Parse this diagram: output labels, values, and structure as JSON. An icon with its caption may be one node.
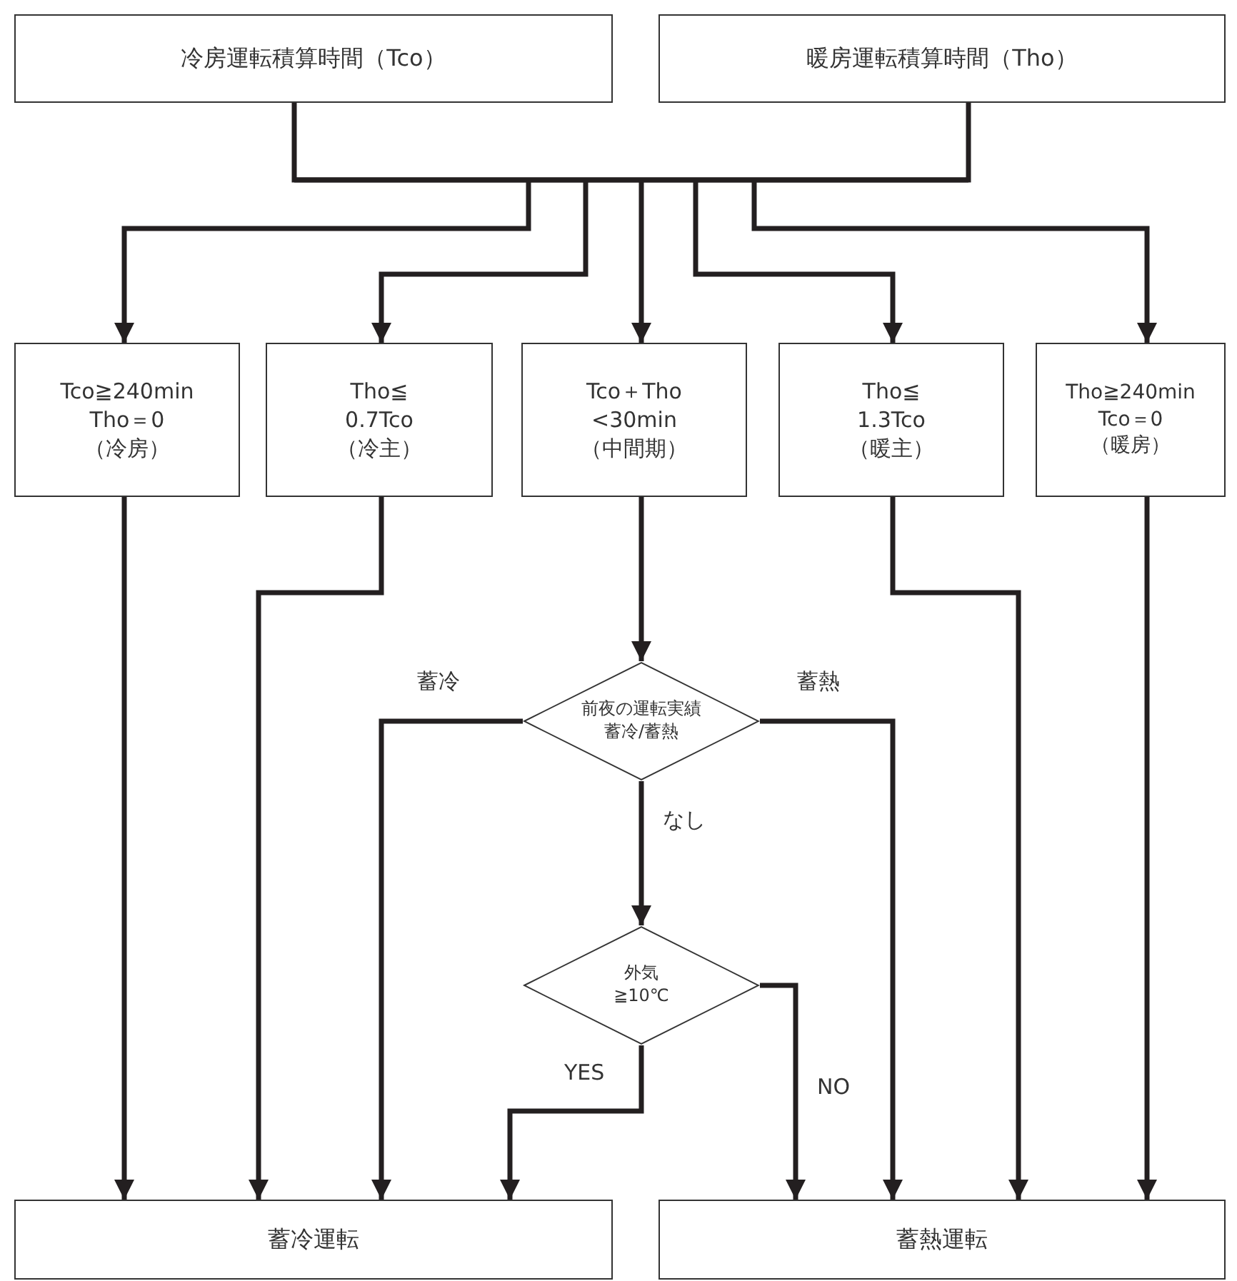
{
  "diagram": {
    "nodes": [
      {
        "text": [
          "冷房運転積算時間（Tco）"
        ]
      },
      {
        "text": [
          "暖房運転積算時間（Tho）"
        ]
      },
      {
        "text": [
          "Tco≧240min Tho＝0",
          "（冷房）"
        ]
      },
      {
        "text": [
          "Tho≦ 0.7Tco",
          "（冷主）"
        ]
      },
      {
        "text": [
          "Tco＋Tho <30min",
          "（中間期）"
        ]
      },
      {
        "text": [
          "Tho≦ 1.3Tco",
          "（暖主）"
        ]
      },
      {
        "text": [
          "Tho≧240min Tco＝0",
          "（暖房）"
        ]
      },
      {
        "text": [
          "前夜の運転実績蓄冷/蓄熱"
        ]
      },
      {
        "text": [
          "外気 ≧10℃"
        ]
      },
      {
        "text": [
          "蓄冷運転"
        ]
      },
      {
        "text": [
          "蓄熱運転"
        ]
      }
    ],
    "edges": [
      {
        "from": 0,
        "to": 2,
        "arrow": "to"
      },
      {
        "from": 0,
        "to": 3,
        "arrow": "to"
      },
      {
        "from": 0,
        "to": 4,
        "arrow": "to"
      },
      {
        "from": 0,
        "to": 5,
        "arrow": "to"
      },
      {
        "from": 0,
        "to": 6,
        "arrow": "to"
      },
      {
        "from": 1,
        "to": 2,
        "arrow": "to"
      },
      {
        "from": 1,
        "to": 3,
        "arrow": "to"
      },
      {
        "from": 1,
        "to": 4,
        "arrow": "to"
      },
      {
        "from": 1,
        "to": 5,
        "arrow": "to"
      },
      {
        "from": 1,
        "to": 6,
        "arrow": "to"
      },
      {
        "from": 2,
        "to": 9,
        "arrow": "to"
      },
      {
        "from": 3,
        "to": 9,
        "arrow": "to"
      },
      {
        "from": 4,
        "to": 7,
        "arrow": "to"
      },
      {
        "from": 7,
        "to": 9,
        "arrow": "to",
        "label": "蓄冷"
      },
      {
        "from": 7,
        "to": 10,
        "arrow": "to",
        "label": "蓄熱"
      },
      {
        "from": 7,
        "to": 8,
        "arrow": "to",
        "label": "なし"
      },
      {
        "from": 8,
        "to": 9,
        "arrow": "to",
        "label": "YES"
      },
      {
        "from": 8,
        "to": 10,
        "arrow": "to",
        "label": "NO"
      },
      {
        "from": 5,
        "to": 10,
        "arrow": "to"
      },
      {
        "from": 6,
        "to": 10,
        "arrow": "to"
      }
    ]
  }
}
